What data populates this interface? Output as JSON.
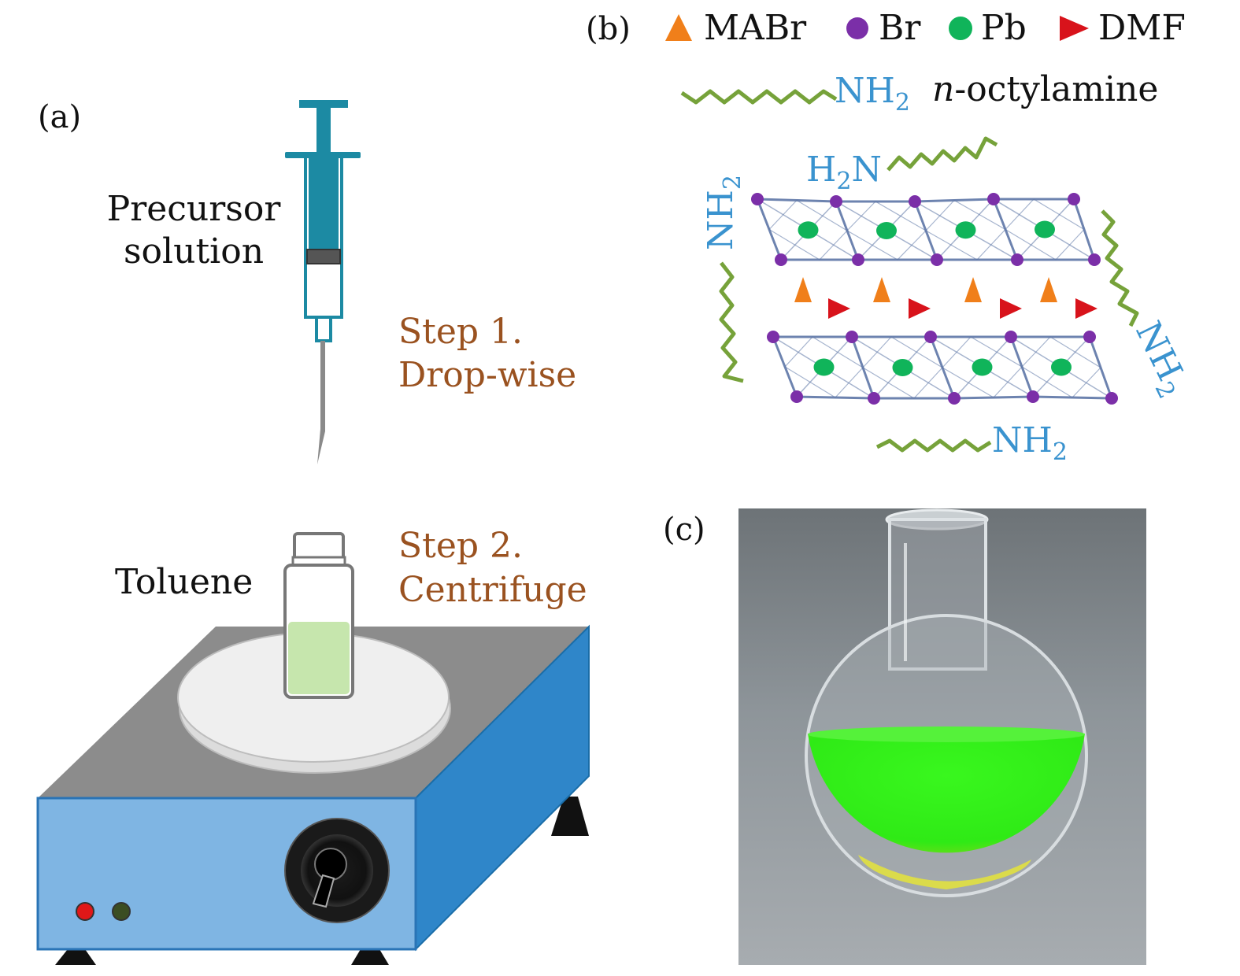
{
  "panels": {
    "a": {
      "label": "(a)"
    },
    "b": {
      "label": "(b)"
    },
    "c": {
      "label": "(c)"
    }
  },
  "colors": {
    "step_text": "#9a5220",
    "amine_text": "#3a93cf",
    "chain": "#76a23a",
    "mabr": "#f07f1a",
    "br": "#7b2fa8",
    "pb": "#10b45a",
    "dmf": "#d8131b",
    "lattice": "#5d76a6",
    "syringe_barrel": "#1c8aa3",
    "stirrer_front": "#7fb5e3",
    "stirrer_side": "#2f86c9",
    "stirrer_top": "#8c8c8c"
  },
  "syringe": {
    "label_line1": "Precursor",
    "label_line2": "solution",
    "step_line1": "Step 1.",
    "step_line2": "Drop-wise"
  },
  "stirrer": {
    "vial_label": "Toluene",
    "step_line1": "Step 2.",
    "step_line2": "Centrifuge"
  },
  "legend": {
    "items": [
      {
        "label": "MABr",
        "shape": "triangle-up",
        "color_key": "mabr"
      },
      {
        "label": "Br",
        "shape": "circle",
        "color_key": "br"
      },
      {
        "label": "Pb",
        "shape": "circle",
        "color_key": "pb"
      },
      {
        "label": "DMF",
        "shape": "triangle-right",
        "color_key": "dmf"
      }
    ],
    "amine_group": {
      "main": "NH",
      "sub": "2"
    },
    "ligand_italic": "n",
    "ligand_rest": "-octylamine"
  },
  "structure": {
    "h2n": {
      "left": "H",
      "sub": "2",
      "right": "N"
    },
    "nh2": {
      "main": "NH",
      "sub": "2"
    }
  }
}
